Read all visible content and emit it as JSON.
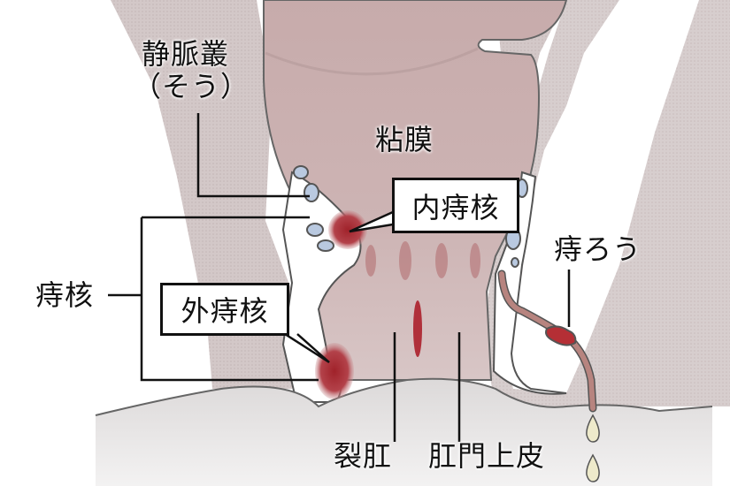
{
  "diagram": {
    "type": "anatomical cross-section",
    "subject": "hemorrhoids and anal disorders",
    "colors": {
      "background": "#ffffff",
      "tissue_outer": "#d6cbcb",
      "mucosa": "#c9aeae",
      "skin": "#e6e4e4",
      "outline": "#555555",
      "venous_plexus": "#b9c9e0",
      "hemorrhoid": "#a8282e",
      "fistula_tract": "#b7847f",
      "discharge_drop": "#eeeacb",
      "label_text": "#111111"
    }
  },
  "labels": {
    "venous_plexus": "静脈叢",
    "venous_plexus_reading": "（そう）",
    "mucosa": "粘膜",
    "internal_hemorrhoid": "内痔核",
    "hemorrhoid": "痔核",
    "external_hemorrhoid": "外痔核",
    "anal_fistula": "痔ろう",
    "anal_fissure": "裂肛",
    "anal_epithelium": "肛門上皮"
  }
}
